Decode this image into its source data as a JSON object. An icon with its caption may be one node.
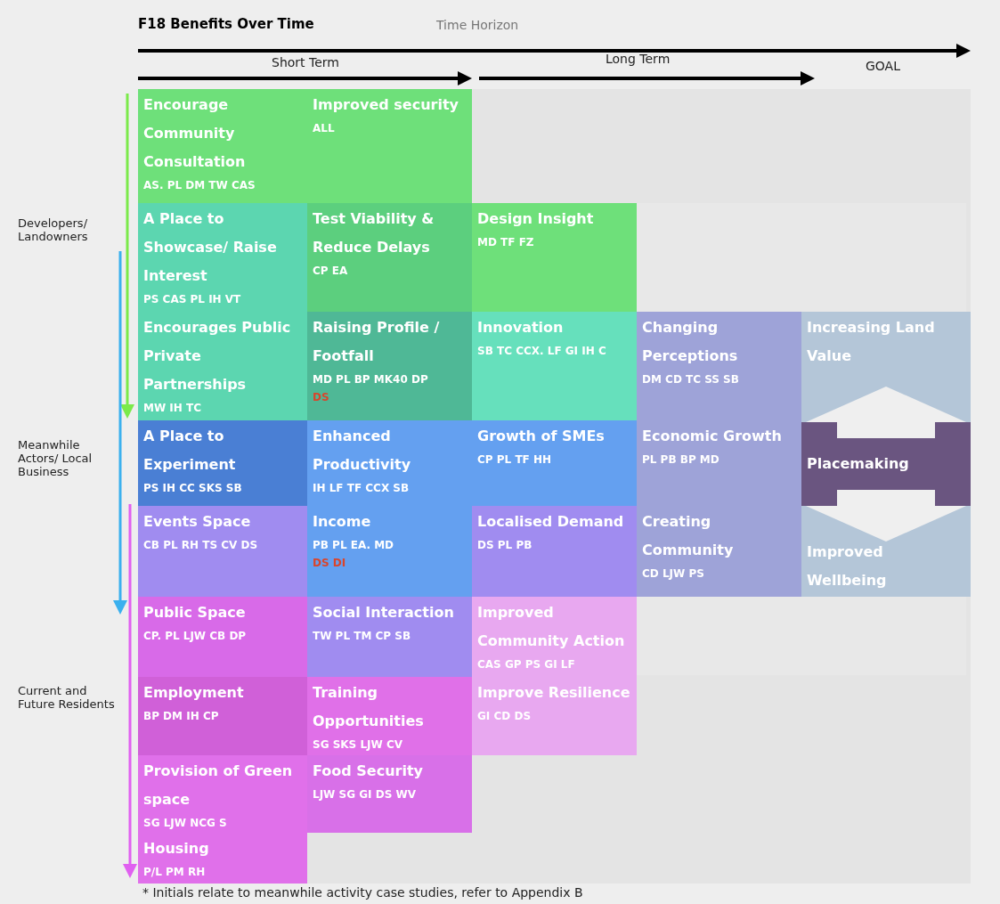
{
  "diagram": {
    "title": "F18 Benefits Over Time",
    "caption": "* Initials relate to meanwhile activity case studies, refer to Appendix B",
    "nodes": [
      {
        "text": [
          "Encourage Community Consultation",
          "AS. PL DM TW CAS"
        ]
      },
      {
        "text": [
          "Improved security",
          "ALL"
        ]
      },
      {
        "text": [
          "A Place to Showcase/ Raise Interest",
          "PS CAS PL IH VT"
        ]
      },
      {
        "text": [
          "Test Viability & Reduce Delays",
          "CP EA"
        ]
      },
      {
        "text": [
          "Design Insight",
          "MD TF FZ"
        ]
      },
      {
        "text": [
          "Encourages Public Private Partnerships",
          "MW IH TC"
        ]
      },
      {
        "text": [
          "Raising Profile / Footfall",
          "MD PL BP MK40 DP",
          "DS"
        ]
      },
      {
        "text": [
          "Innovation",
          "SB TC CCX. LF GI IH C"
        ]
      },
      {
        "text": [
          "Changing Perceptions",
          "DM CD TC SS SB"
        ]
      },
      {
        "text": [
          "Increasing Land Value"
        ]
      },
      {
        "text": [
          "A Place to Experiment",
          "PS IH CC SKS SB"
        ]
      },
      {
        "text": [
          "Enhanced Productivity",
          "IH LF TF CCX SB"
        ]
      },
      {
        "text": [
          "Growth of SMEs",
          "CP PL TF HH"
        ]
      },
      {
        "text": [
          "Economic Growth",
          "PL PB BP MD"
        ]
      },
      {
        "text": [
          "Placemaking"
        ]
      },
      {
        "text": [
          "Events Space",
          "CB PL RH TS CV DS"
        ]
      },
      {
        "text": [
          "Income",
          "PB PL EA. MD",
          "DS DI"
        ]
      },
      {
        "text": [
          "Localised Demand",
          "DS PL PB"
        ]
      },
      {
        "text": [
          "Creating Community",
          "CD LJW PS"
        ]
      },
      {
        "text": [
          "Improved Wellbeing"
        ]
      },
      {
        "text": [
          "Public Space",
          "CP. PL LJW CB DP"
        ]
      },
      {
        "text": [
          "Social Interaction",
          "TW PL TM CP SB"
        ]
      },
      {
        "text": [
          "Improved Community Action",
          "CAS GP PS GI LF"
        ]
      },
      {
        "text": [
          "Employment",
          "BP DM IH CP"
        ]
      },
      {
        "text": [
          "Training Opportunities",
          "SG SKS LJW CV"
        ]
      },
      {
        "text": [
          "Improve Resilience",
          "GI CD DS"
        ]
      },
      {
        "text": [
          "Provision of Green space",
          "SG LJW NCG S"
        ]
      },
      {
        "text": [
          "Food Security",
          "LJW SG GI DS WV"
        ]
      },
      {
        "text": [
          "Housing",
          "P/L PM RH"
        ]
      }
    ],
    "edges": [
      {
        "from": 14,
        "to": 9,
        "arrow": "to"
      },
      {
        "from": 14,
        "to": 19,
        "arrow": "to"
      }
    ],
    "labels": [
      "Time Horizon",
      "Short Term",
      "Long Term",
      "GOAL",
      "Developers/ Landowners",
      "Meanwhile Actors/ Local Business",
      "Current and Future Residents"
    ]
  }
}
